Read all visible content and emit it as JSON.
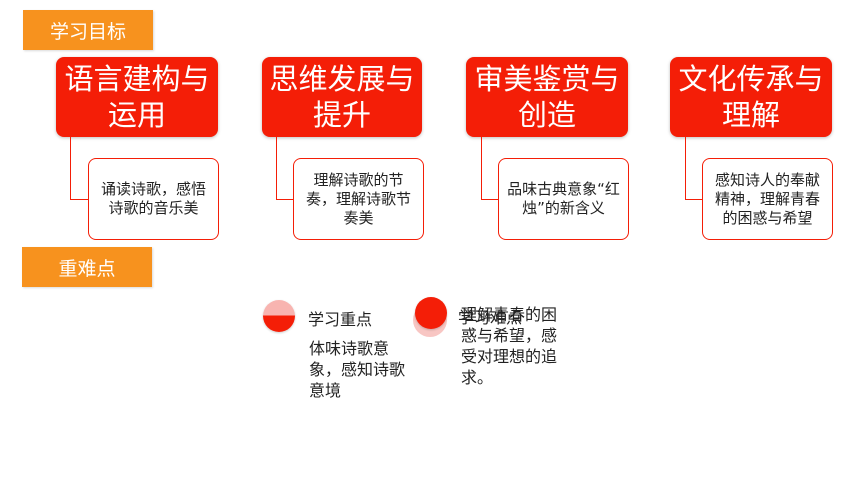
{
  "header_tag": "学习目标",
  "goals": [
    {
      "title_line1": "语言建构与",
      "title_line2": "运用",
      "desc": "诵读诗歌，感悟诗歌的音乐美"
    },
    {
      "title_line1": "思维发展与",
      "title_line2": "提升",
      "desc": "理解诗歌的节奏，理解诗歌节奏美"
    },
    {
      "title_line1": "审美鉴赏与",
      "title_line2": "创造",
      "desc": "品味古典意象“红烛”的新含义"
    },
    {
      "title_line1": "文化传承与",
      "title_line2": "理解",
      "desc": "感知诗人的奉献精神，理解青春的困惑与希望"
    }
  ],
  "key_tag": "重难点",
  "focus": {
    "label": "学习重点",
    "text": "体味诗歌意象，感知诗歌意境"
  },
  "difficulty": {
    "label": "学习难点",
    "text": "理解青春的困惑与希望，感受对理想的追求。"
  },
  "colors": {
    "accent_orange": "#f7921e",
    "accent_red": "#f41e07",
    "light_red": "#f8b4b0"
  }
}
